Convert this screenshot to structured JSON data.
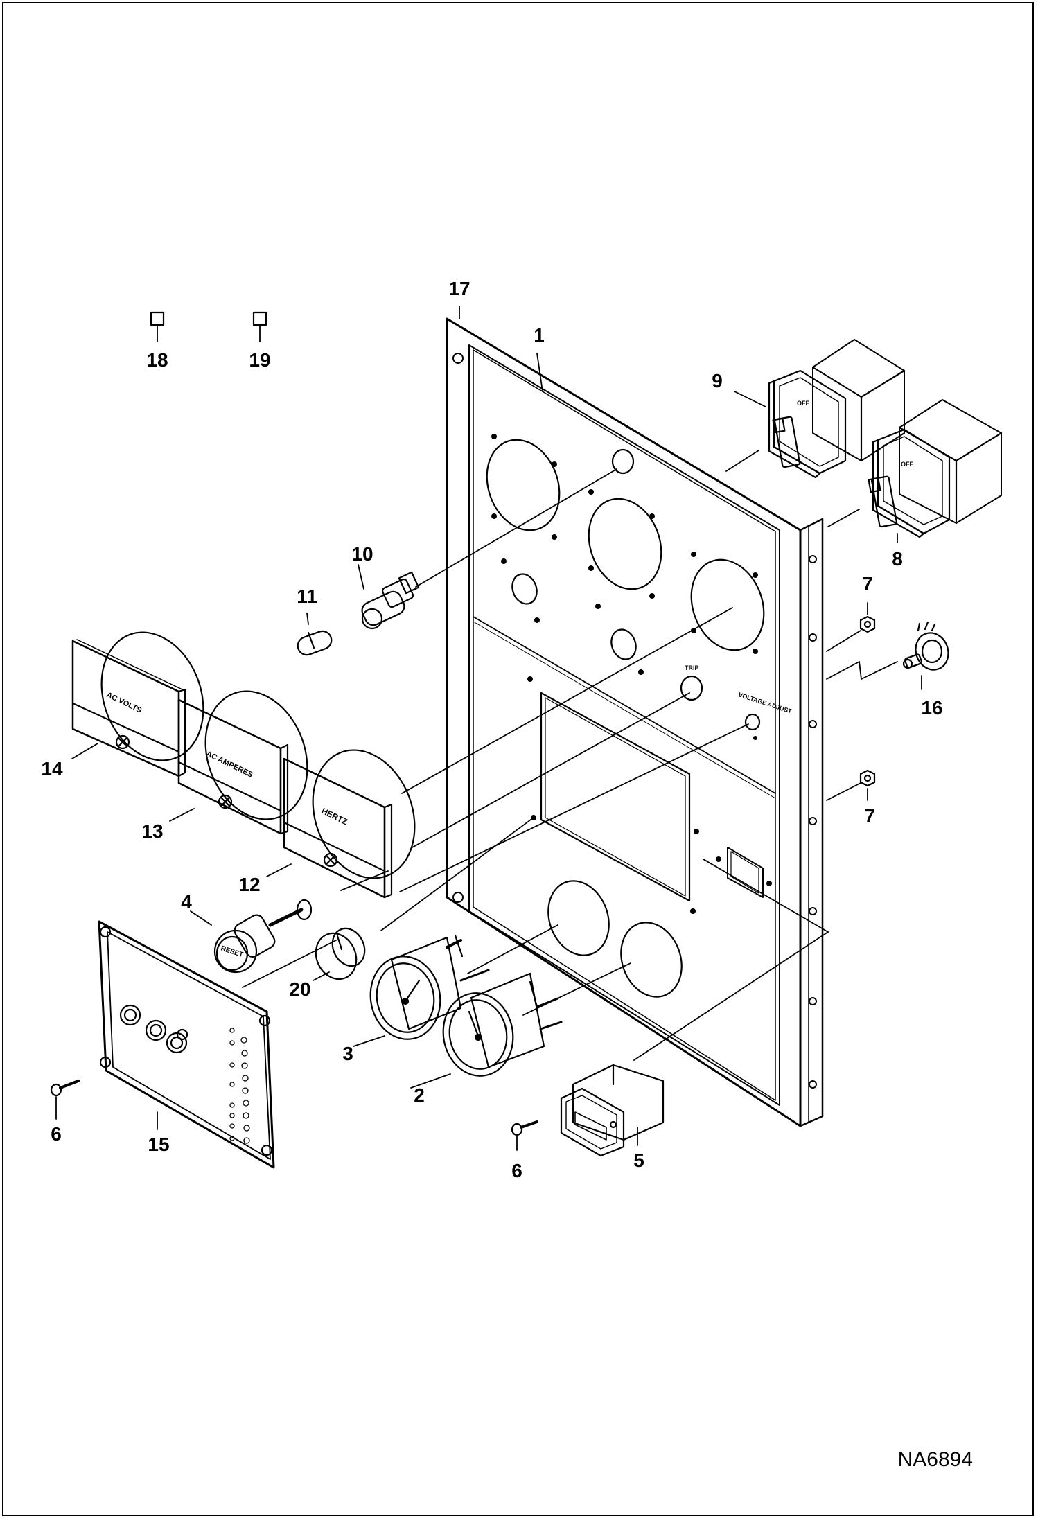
{
  "drawing_number": "NA6894",
  "callouts": [
    "1",
    "2",
    "3",
    "4",
    "5",
    "6",
    "6",
    "7",
    "7",
    "8",
    "9",
    "10",
    "11",
    "12",
    "13",
    "14",
    "15",
    "16",
    "17",
    "18",
    "19",
    "20"
  ],
  "panel_labels": {
    "ac_volts": "AC VOLTS",
    "ac_amperes": "AC AMPERES",
    "hertz": "HERTZ",
    "reset": "RESET",
    "off": "OFF",
    "trip": "TRIP",
    "voltage_adjust": "VOLTAGE ADJUST"
  },
  "colors": {
    "line": "#000000",
    "background": "#ffffff"
  }
}
